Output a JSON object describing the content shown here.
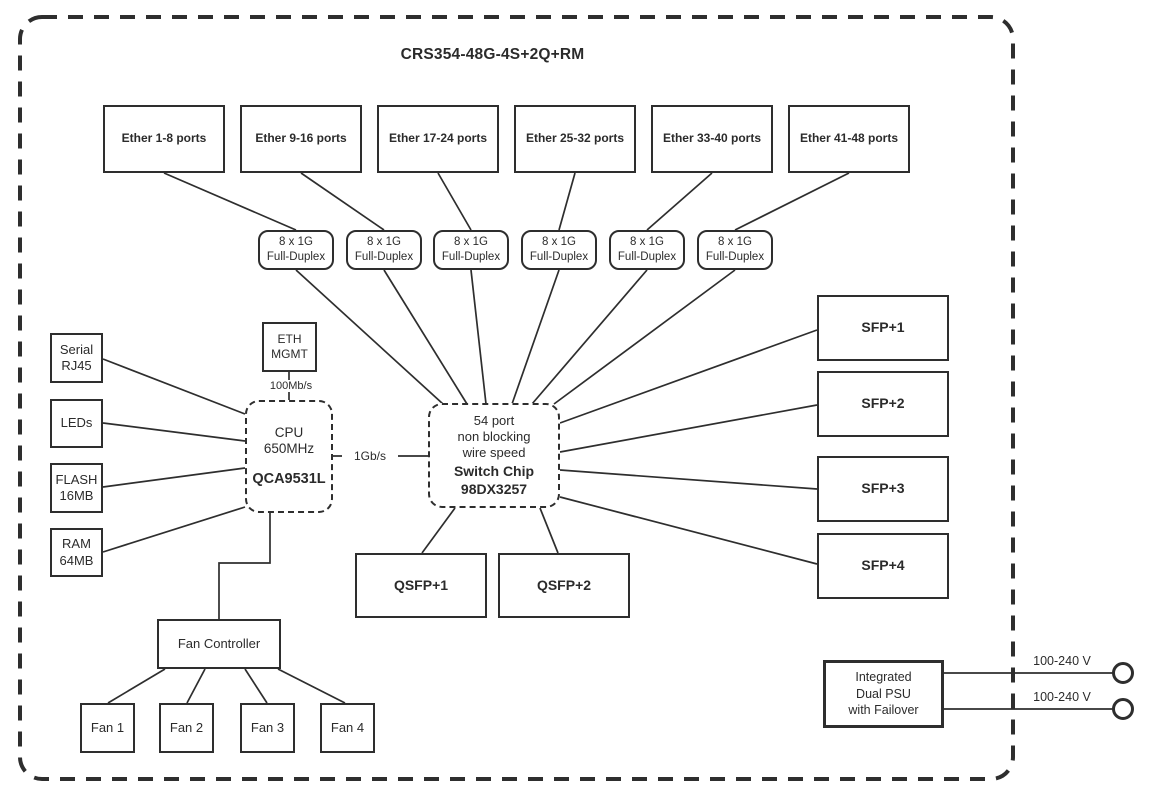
{
  "title": "CRS354-48G-4S+2Q+RM",
  "ether_groups": [
    {
      "label": "Ether 1-8 ports"
    },
    {
      "label": "Ether 9-16 ports"
    },
    {
      "label": "Ether 17-24 ports"
    },
    {
      "label": "Ether 25-32 ports"
    },
    {
      "label": "Ether 33-40 ports"
    },
    {
      "label": "Ether 41-48 ports"
    }
  ],
  "phy_links": [
    {
      "label": "8 x 1G\nFull-Duplex"
    },
    {
      "label": "8 x 1G\nFull-Duplex"
    },
    {
      "label": "8 x 1G\nFull-Duplex"
    },
    {
      "label": "8 x 1G\nFull-Duplex"
    },
    {
      "label": "8 x 1G\nFull-Duplex"
    },
    {
      "label": "8 x 1G\nFull-Duplex"
    }
  ],
  "peripherals": {
    "serial": {
      "label": "Serial\nRJ45"
    },
    "leds": {
      "label": "LEDs"
    },
    "flash": {
      "label": "FLASH\n16MB"
    },
    "ram": {
      "label": "RAM\n64MB"
    }
  },
  "eth_mgmt": {
    "label": "ETH\nMGMT",
    "link_speed": "100Mb/s"
  },
  "cpu": {
    "desc": "CPU\n650MHz",
    "model": "QCA9531L"
  },
  "cpu_switch_link": {
    "label": "1Gb/s"
  },
  "switch_chip": {
    "desc": "54 port\nnon blocking\nwire speed",
    "name": "Switch Chip\n98DX3257"
  },
  "sfp_ports": [
    {
      "label": "SFP+1"
    },
    {
      "label": "SFP+2"
    },
    {
      "label": "SFP+3"
    },
    {
      "label": "SFP+4"
    }
  ],
  "qsfp_ports": [
    {
      "label": "QSFP+1"
    },
    {
      "label": "QSFP+2"
    }
  ],
  "fan_controller": {
    "label": "Fan Controller"
  },
  "fans": [
    {
      "label": "Fan 1"
    },
    {
      "label": "Fan 2"
    },
    {
      "label": "Fan 3"
    },
    {
      "label": "Fan 4"
    }
  ],
  "psu": {
    "label": "Integrated\nDual PSU\nwith Failover",
    "inputs": [
      {
        "label": "100-240 V"
      },
      {
        "label": "100-240 V"
      }
    ]
  },
  "colors": {
    "line": "#2e2e2e",
    "text": "#2b2b2b",
    "background": "#ffffff"
  }
}
